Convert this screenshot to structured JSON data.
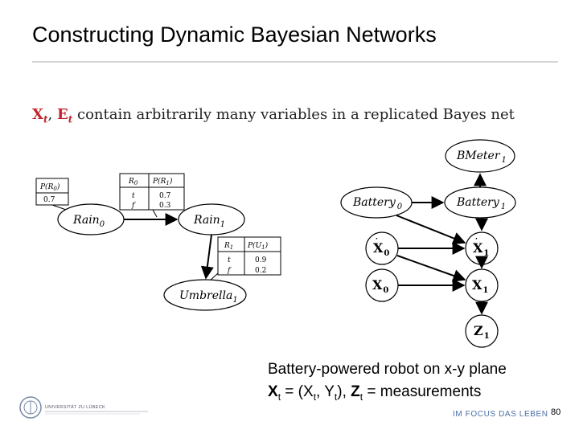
{
  "slide": {
    "title": "Constructing Dynamic Bayesian Networks",
    "page_number": "80",
    "footer_tagline": "IM FOCUS DAS LEBEN",
    "logo_text": "UNIVERSITÄT ZU LÜBECK"
  },
  "subtitle": {
    "x_var": "X",
    "x_sub": "t",
    "sep": ",",
    "e_var": "E",
    "e_sub": "t",
    "text": "contain arbitrarily many variables in a replicated Bayes net"
  },
  "umbrella_net": {
    "prior_table": {
      "header": "P(R",
      "header_sub": "0",
      "value": "0.7"
    },
    "rain0": {
      "label": "Rain",
      "sub": "0"
    },
    "rain1": {
      "label": "Rain",
      "sub": "1"
    },
    "umbrella1": {
      "label": "Umbrella",
      "sub": "1"
    },
    "transition_table": {
      "h1": "R",
      "h1_sub": "0",
      "h2": "P(R",
      "h2_sub": "1",
      "rows": [
        {
          "cond": "t",
          "p": "0.7"
        },
        {
          "cond": "f",
          "p": "0.3"
        }
      ]
    },
    "sensor_table": {
      "h1": "R",
      "h1_sub": "1",
      "h2": "P(U",
      "h2_sub": "1",
      "rows": [
        {
          "cond": "t",
          "p": "0.9"
        },
        {
          "cond": "f",
          "p": "0.2"
        }
      ]
    }
  },
  "robot_net": {
    "bmeter1": {
      "label": "BMeter",
      "sub": "1"
    },
    "battery0": {
      "label": "Battery",
      "sub": "0"
    },
    "battery1": {
      "label": "Battery",
      "sub": "1"
    },
    "xdot0": {
      "label": "X",
      "sub": "0"
    },
    "xdot1": {
      "label": "X",
      "sub": "1"
    },
    "x0": {
      "label": "X",
      "sub": "0"
    },
    "x1": {
      "label": "X",
      "sub": "1"
    },
    "z1": {
      "label": "Z",
      "sub": "1"
    }
  },
  "caption": {
    "line1": "Battery-powered robot on x-y plane",
    "l2_a": "X",
    "l2_a_sub": "t",
    "l2_b": " = (X",
    "l2_b_sub": "t",
    "l2_c": ", Y",
    "l2_c_sub": "t",
    "l2_d": "), ",
    "l2_e": "Z",
    "l2_e_sub": "t",
    "l2_f": " = measurements"
  }
}
